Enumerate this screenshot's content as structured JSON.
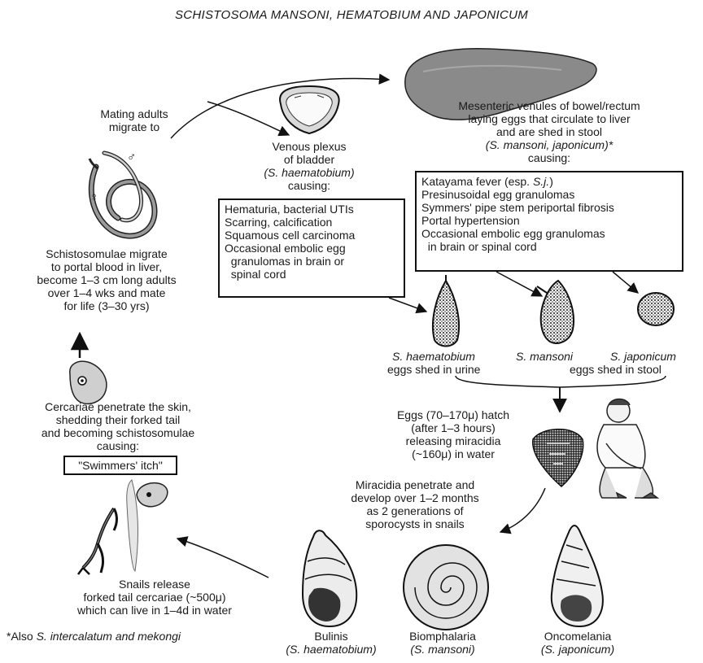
{
  "title": "SCHISTOSOMA MANSONI, HEMATOBIUM AND JAPONICUM",
  "labels": {
    "mating_l1": "Mating adults",
    "mating_l2": "migrate to",
    "bladder_l1": "Venous plexus",
    "bladder_l2": "of bladder",
    "bladder_l3": "(S. haematobium)",
    "bladder_l4": "causing:",
    "liver_l1": "Mesenteric venules of bowel/rectum",
    "liver_l2": "laying eggs that circulate to liver",
    "liver_l3": "and are shed in stool",
    "liver_l4": "(S. mansoni, japonicum)*",
    "liver_l5": "causing:",
    "schisto_l1": "Schistosomulae migrate",
    "schisto_l2": "to portal blood in liver,",
    "schisto_l3": "become 1–3 cm long adults",
    "schisto_l4": "over 1–4 wks and mate",
    "schisto_l5": "for life (3–30 yrs)",
    "cerc_l1": "Cercariae penetrate the skin,",
    "cerc_l2": "shedding their forked tail",
    "cerc_l3": "and becoming schistosomulae",
    "cerc_l4": "causing:",
    "swimmers": "\"Swimmers' itch\"",
    "egg_haem": "S. haematobium",
    "egg_mans": "S. mansoni",
    "egg_jap": "S. japonicum",
    "urine": "eggs shed in urine",
    "stool": "eggs shed in stool",
    "hatch_l1": "Eggs (70–170μ) hatch",
    "hatch_l2": "(after 1–3 hours)",
    "hatch_l3": "releasing miracidia",
    "hatch_l4": "(~160μ) in water",
    "mira_l1": "Miracidia penetrate and",
    "mira_l2": "develop over 1–2 months",
    "mira_l3": "as 2 generations of",
    "mira_l4": "sporocysts in snails",
    "snail_rel_l1": "Snails release",
    "snail_rel_l2": "forked tail cercariae (~500μ)",
    "snail_rel_l3": "which can live in 1–4d in water",
    "footnote_pre": "*Also ",
    "footnote_it": "S. intercalatum and mekongi",
    "snail1_name": "Bulinis",
    "snail1_sp": "(S. haematobium)",
    "snail2_name": "Biomphalaria",
    "snail2_sp": "(S. mansoni)",
    "snail3_name": "Oncomelania",
    "snail3_sp": "(S. japonicum)",
    "male_sym": "♂",
    "female_sym": "♀"
  },
  "bladder_box": [
    "Hematuria, bacterial UTIs",
    "Scarring, calcification",
    "Squamous cell carcinoma",
    "Occasional embolic egg",
    "  granulomas in brain or",
    "  spinal cord"
  ],
  "liver_box": {
    "first_pre": "Katayama fever (esp. ",
    "first_it": "S.j.",
    "first_post": ")",
    "rest": [
      "Presinusoidal egg granulomas",
      "Symmers' pipe stem periportal fibrosis",
      "Portal hypertension",
      "Occasional embolic egg granulomas",
      "  in brain or spinal cord"
    ]
  }
}
